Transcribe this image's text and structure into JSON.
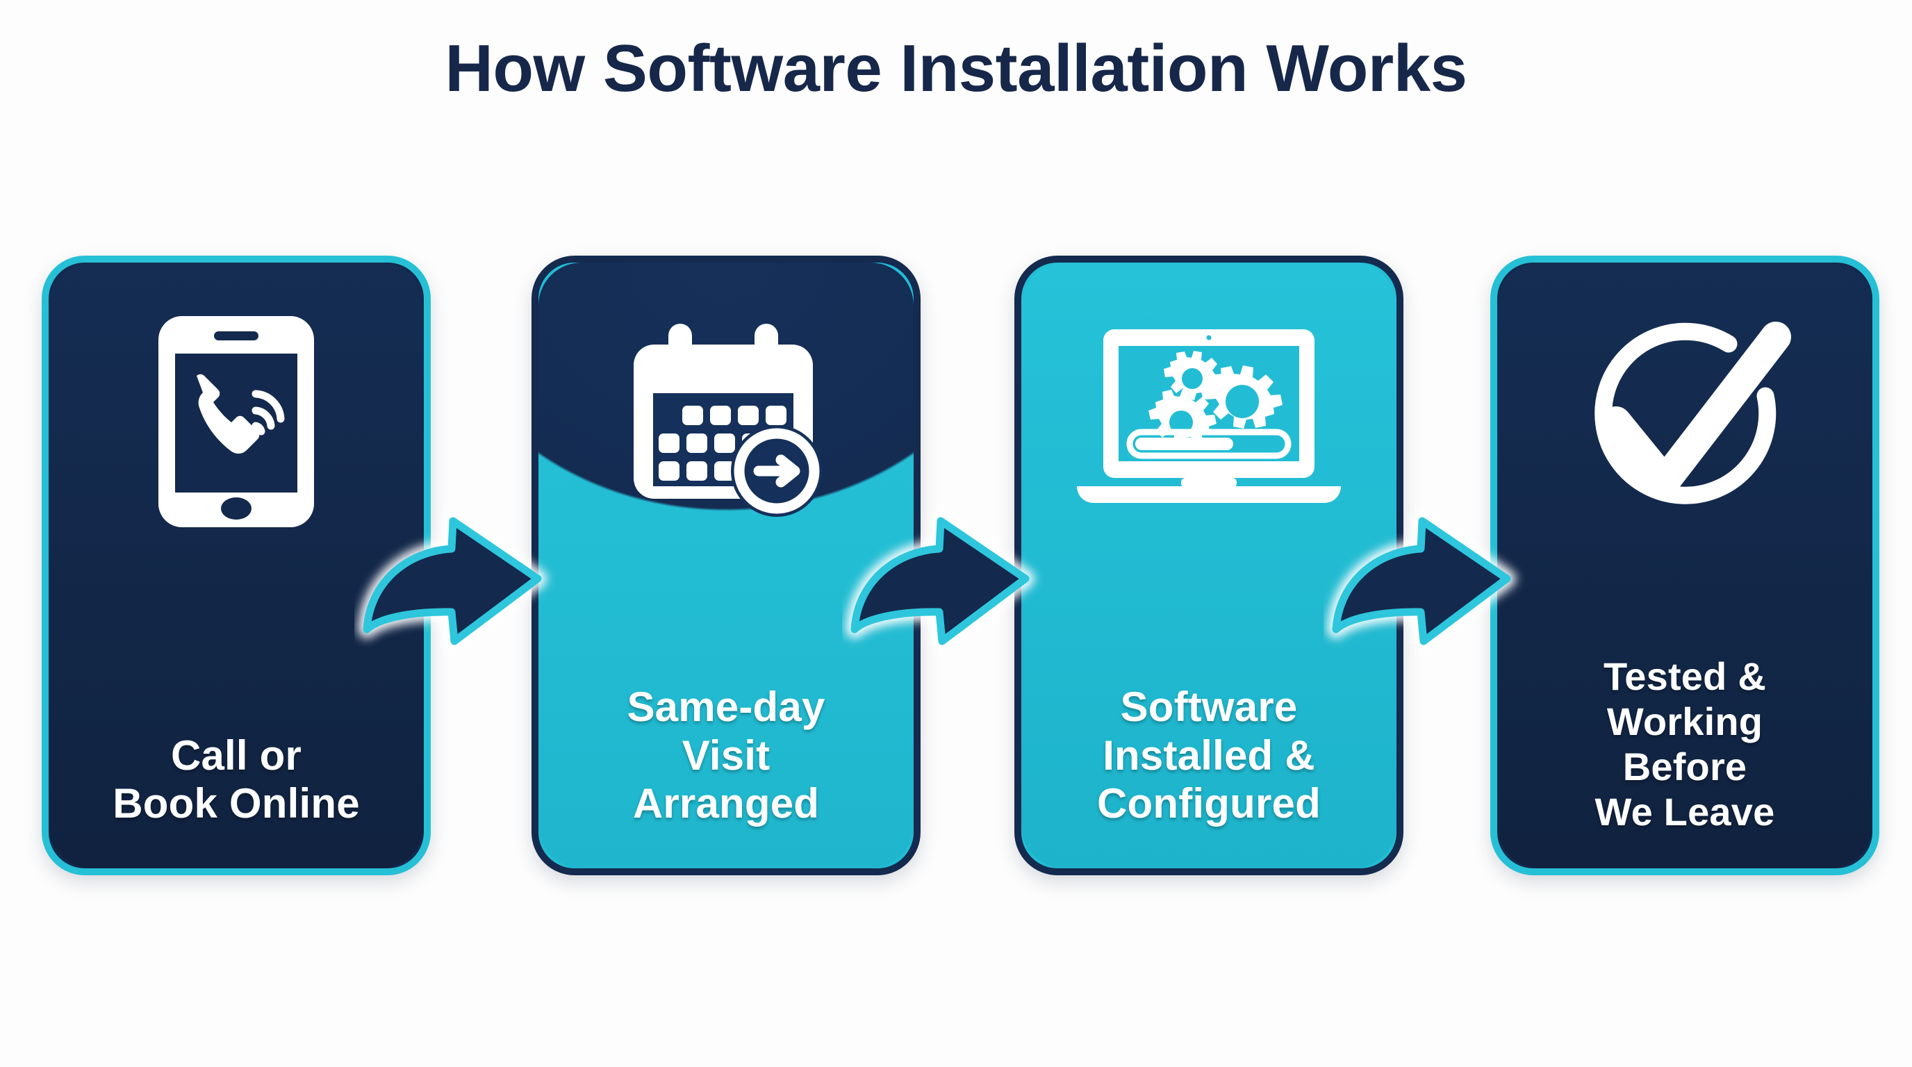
{
  "title": "How Software Installation Works",
  "colors": {
    "navy": "#13294d",
    "cyan": "#22bdd4",
    "title_navy": "#16274a",
    "white": "#ffffff",
    "background": "#fdfdfd"
  },
  "steps": [
    {
      "index": "1",
      "label": "Call or\nBook Online",
      "icon": "mobile-phone-call-icon",
      "card_style": "navy-fill-cyan-border"
    },
    {
      "index": "2",
      "label": "Same-day\nVisit\nArranged",
      "icon": "calendar-arrow-icon",
      "card_style": "navy-to-cyan-gradient-navy-border"
    },
    {
      "index": "3",
      "label": "Software\nInstalled &\nConfigured",
      "icon": "laptop-gears-progress-icon",
      "card_style": "cyan-fill-navy-border"
    },
    {
      "index": "4",
      "label": "Tested &\nWorking\nBefore\nWe Leave",
      "icon": "circle-checkmark-icon",
      "card_style": "navy-fill-cyan-border"
    }
  ],
  "connectors": [
    {
      "name": "arrow-step-1-to-2",
      "icon": "curved-right-arrow-icon"
    },
    {
      "name": "arrow-step-2-to-3",
      "icon": "curved-right-arrow-icon"
    },
    {
      "name": "arrow-step-3-to-4",
      "icon": "curved-right-arrow-icon"
    }
  ],
  "progress_bar_fill_percent": 62
}
